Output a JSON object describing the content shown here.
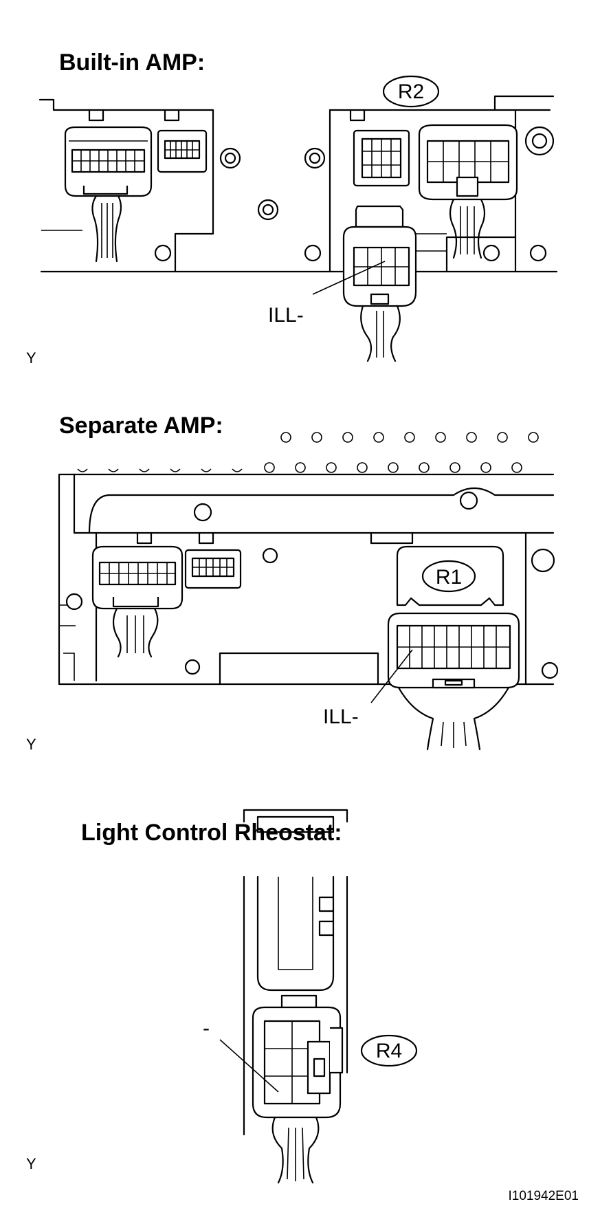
{
  "panels": [
    {
      "title": "Built-in AMP:",
      "connector": "R2",
      "terminal": "ILL-",
      "view_mark": "Y"
    },
    {
      "title": "Separate AMP:",
      "connector": "R1",
      "terminal": "ILL-",
      "view_mark": "Y"
    },
    {
      "title": "Light Control Rheostat:",
      "connector": "R4",
      "terminal": "-",
      "view_mark": "Y"
    }
  ],
  "figure_ref": "I101942E01"
}
